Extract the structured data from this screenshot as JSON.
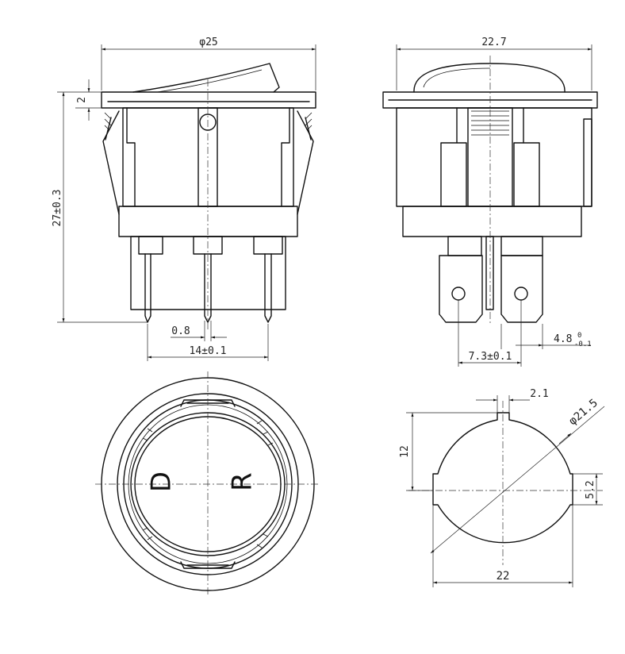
{
  "dimensions": {
    "front_diameter": "φ25",
    "side_width": "22.7",
    "flange_thickness": "2",
    "overall_height": "27±0.3",
    "pin_thickness": "0.8",
    "pin_span": "14±0.1",
    "terminal_pitch": "7.3±0.1",
    "terminal_width": "4.8",
    "terminal_width_tol_upper": "0",
    "terminal_width_tol_lower": "-0.1",
    "cutout_key_width": "2.1",
    "cutout_diameter": "φ21.5",
    "cutout_half_height": "12",
    "cutout_flat_height": "5.2",
    "cutout_width": "22"
  },
  "rocker_labels": {
    "left": "D",
    "right": "R"
  }
}
